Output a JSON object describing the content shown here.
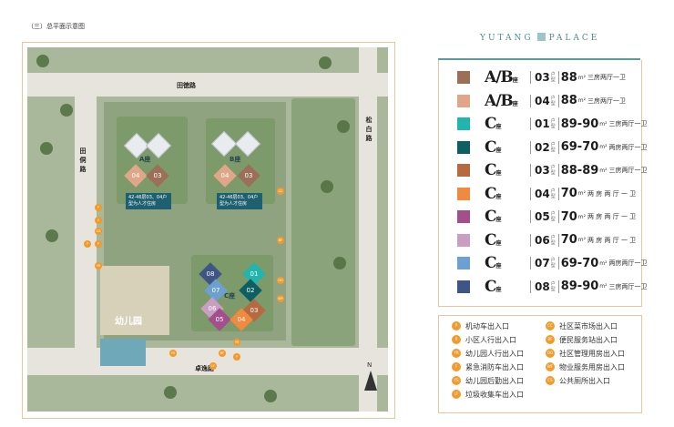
{
  "heading": "（三）总平面示意图",
  "brand": {
    "left": "YUTANG",
    "right": "PALACE"
  },
  "map": {
    "roads": {
      "north": "田徳路",
      "east": "松白路",
      "west": "田侗路",
      "south": "卓逸路"
    },
    "buildings": [
      "A座",
      "B座",
      "C座"
    ],
    "talent_tag": "42-46层03、04户型为人才住房",
    "kindergarten": "幼儿园",
    "compass": "N",
    "units_a": [
      "04",
      "03"
    ],
    "units_b": [
      "04",
      "03"
    ],
    "units_c": [
      "08",
      "01",
      "07",
      "02",
      "06",
      "03",
      "05",
      "04"
    ],
    "markers": [
      "P",
      "C",
      "CS",
      "P",
      "P",
      "YR",
      "CC",
      "BF",
      "OG",
      "WF",
      "P",
      "YS",
      "LF",
      "BF",
      "YR"
    ]
  },
  "legend": [
    {
      "letters": "A/B",
      "sub": "座",
      "num": "03",
      "mini": "户型",
      "area": "88",
      "desc": "三房两厅一卫",
      "color": "#9b6f58"
    },
    {
      "letters": "A/B",
      "sub": "座",
      "num": "04",
      "mini": "户型",
      "area": "88",
      "desc": "三房两厅一卫",
      "color": "#e0a68a"
    },
    {
      "letters": "C",
      "sub": "座",
      "num": "01",
      "mini": "户型",
      "area": "89-90",
      "desc": "三房两厅一卫",
      "color": "#21b5ad"
    },
    {
      "letters": "C",
      "sub": "座",
      "num": "02",
      "mini": "户型",
      "area": "69-70",
      "desc": "两房两厅一卫",
      "color": "#0e5f63"
    },
    {
      "letters": "C",
      "sub": "座",
      "num": "03",
      "mini": "户型",
      "area": "88-89",
      "desc": "三房两厅一卫",
      "color": "#b56a3f"
    },
    {
      "letters": "C",
      "sub": "座",
      "num": "04",
      "mini": "户型",
      "area": "70",
      "desc": "两 房 两 厅 一 卫",
      "color": "#ef8a3e"
    },
    {
      "letters": "C",
      "sub": "座",
      "num": "05",
      "mini": "户型",
      "area": "70",
      "desc": "两 房 两 厅 一 卫",
      "color": "#a24f8c"
    },
    {
      "letters": "C",
      "sub": "座",
      "num": "06",
      "mini": "户型",
      "area": "70",
      "desc": "两 房 两 厅 一 卫",
      "color": "#c99ec1"
    },
    {
      "letters": "C",
      "sub": "座",
      "num": "07",
      "mini": "户型",
      "area": "69-70",
      "desc": "两房两厅一卫",
      "color": "#6e9fd1"
    },
    {
      "letters": "C",
      "sub": "座",
      "num": "08",
      "mini": "户型",
      "area": "89-90",
      "desc": "三房两厅一卫",
      "color": "#3f5585"
    }
  ],
  "unit_m2": "m²",
  "facilities": [
    {
      "code": "P",
      "label": "机动车出入口"
    },
    {
      "code": "CC",
      "label": "社区菜市场出入口"
    },
    {
      "code": "R",
      "label": "小区人行出入口"
    },
    {
      "code": "BF",
      "label": "便民服务站出入口"
    },
    {
      "code": "YR",
      "label": "幼儿园人行出入口"
    },
    {
      "code": "OG",
      "label": "社区管理用房出入口"
    },
    {
      "code": "F",
      "label": "紧急消防车出入口"
    },
    {
      "code": "WF",
      "label": "物业服务用房出入口"
    },
    {
      "code": "YS",
      "label": "幼儿园后勤出入口"
    },
    {
      "code": "CS",
      "label": "公共厕所出入口"
    },
    {
      "code": "LF",
      "label": "垃圾收集车出入口"
    }
  ]
}
